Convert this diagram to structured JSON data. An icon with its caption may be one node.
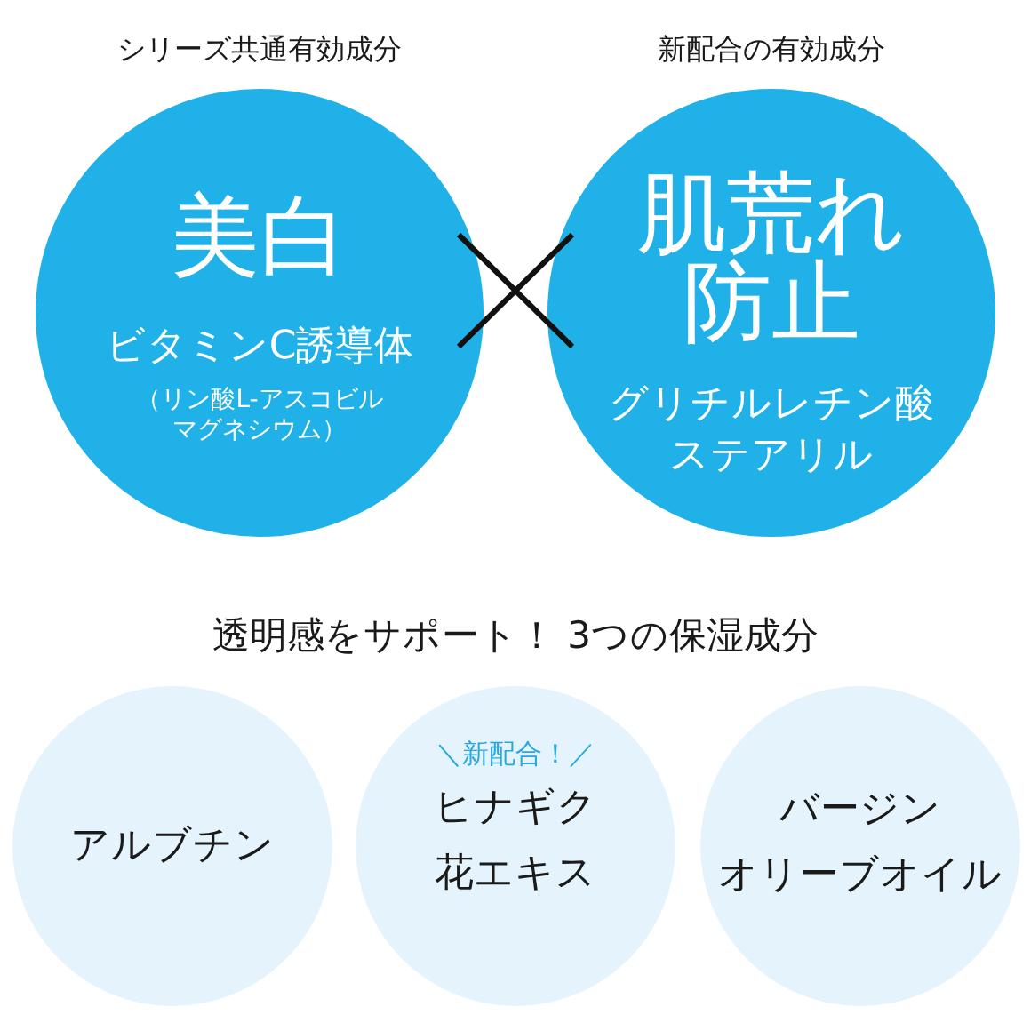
{
  "diagram": {
    "nodes": [
      {
        "text": [
          "シリーズ共通有効成分",
          "美白",
          "ビタミンC誘導体",
          "（リン酸L-アスコビルマグネシウム）"
        ]
      },
      {
        "text": [
          "新配合の有効成分",
          "肌荒れ防止",
          "グリチルレチン酸ステアリル"
        ]
      },
      {
        "text": [
          "アルブチン"
        ]
      },
      {
        "text": [
          "＼新配合！／",
          "ヒナギク花エキス"
        ]
      },
      {
        "text": [
          "バージンオリーブオイル"
        ]
      }
    ],
    "labels": [
      "透明感をサポート！ 3つの保湿成分"
    ]
  }
}
